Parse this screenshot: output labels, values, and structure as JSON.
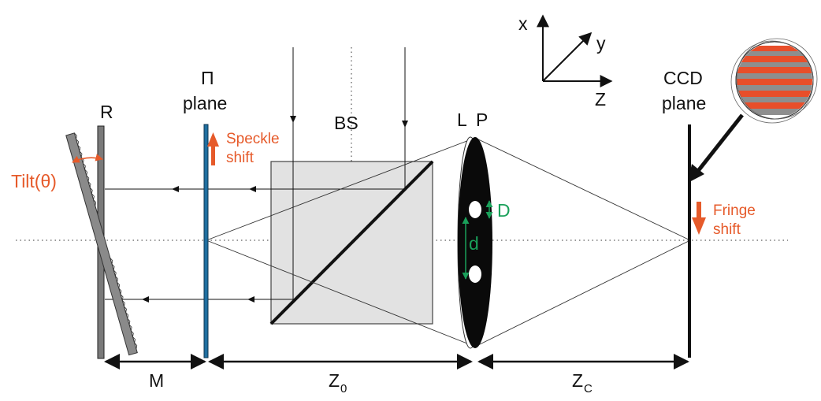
{
  "labels": {
    "x_axis": "x",
    "y_axis": "y",
    "z_axis": "Z",
    "pi_symbol": "Π",
    "pi_plane_word": "plane",
    "reference": "R",
    "speckle_line1": "Speckle",
    "speckle_line2": "shift",
    "beam_splitter": "BS",
    "lens": "L",
    "pupil": "P",
    "ccd_line1": "CCD",
    "ccd_line2": "plane",
    "tilt": "Tilt(θ)",
    "aperture_diameter": "D",
    "aperture_separation": "d",
    "fringe_line1": "Fringe",
    "fringe_line2": "shift",
    "dim_m": "M",
    "dim_z0_main": "Z",
    "dim_z0_sub": "0",
    "dim_zc_main": "Z",
    "dim_zc_sub": "C"
  },
  "colors": {
    "annotation_orange": "#e65a2a",
    "dimension_green": "#1aa05a",
    "pi_plane_blue": "#1f6fa0",
    "mirror_gray": "#7a7a7a",
    "bs_fill": "#e2e2e2",
    "fringe_red": "#e84e2a",
    "fringe_gray": "#8e8e8e"
  }
}
